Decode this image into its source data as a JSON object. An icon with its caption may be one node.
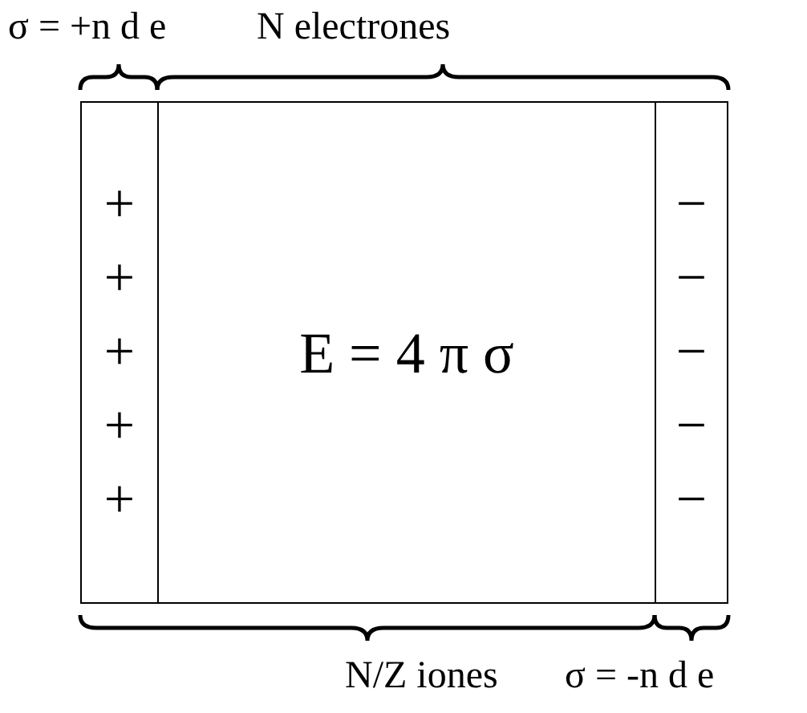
{
  "diagram": {
    "nodes": [
      {
        "text": [
          "+",
          "+",
          "+",
          "+",
          "+"
        ]
      },
      {
        "text": [
          "E = 4 π σ"
        ]
      },
      {
        "text": [
          "−",
          "−",
          "−",
          "−",
          "−"
        ]
      }
    ],
    "labels": [
      "σ = +n d e",
      "N electrones",
      "N/Z iones",
      "σ = -n d e"
    ]
  }
}
